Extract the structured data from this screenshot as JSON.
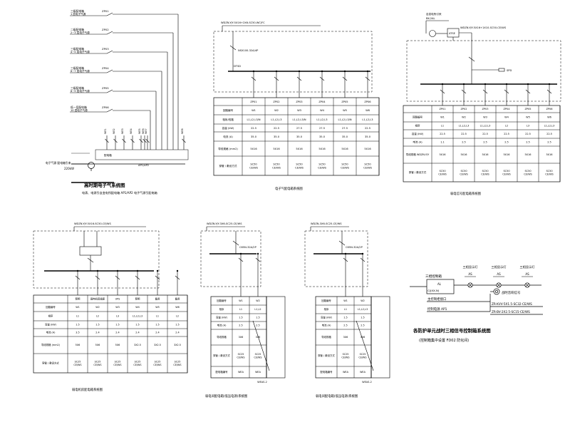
{
  "sheet": {
    "d1": {
      "title": "高时期电子气系统图",
      "subtitle": "电表、电源引自变电所配电箱 AP1/AP2 电子气源引配电箱",
      "feed_left": "电子气源 配电箱引来",
      "feed_power": "220kW",
      "circuit_codes": [
        "ZP01",
        "ZP02",
        "ZP03",
        "ZP04",
        "ZP05",
        "ZP06"
      ],
      "circuit_labels": [
        [
          "三级配电箱",
          "1 层电子气源"
        ],
        [
          "二级配电箱",
          "2~3 层电子气源"
        ],
        [
          "三级配电箱",
          "4~5 层电子气源"
        ],
        [
          "三级配电箱",
          "6~7 层电子气源"
        ],
        [
          "三级配电箱",
          "8~9 层电子气源"
        ],
        [
          "低一层配电箱",
          "10 层电子气源"
        ]
      ],
      "busbar_left": "配电箱",
      "busbar_right": "AP1/AP2",
      "drop_codes": [
        "WE1",
        "WE2",
        "WE3",
        "WE4",
        "WE5",
        "WE6",
        "WE7",
        "WE8"
      ]
    },
    "d2": {
      "title": "电子气配电箱系统图",
      "cable": "WDZN-YJY-5X16+2X6-SC50-WC/FC",
      "breaker": "NSX100-32A/4P",
      "meter": "DTSD",
      "col_headers": [
        "ZP01",
        "ZP02",
        "ZP03",
        "ZP04",
        "ZP05",
        "ZP06"
      ],
      "row_labels": [
        "回路编号",
        "相序/线路",
        "容量 (kW)",
        "电流 (A)",
        "导线规格 (mm2)",
        "穿管 / 敷设方式"
      ],
      "rows": [
        [
          "W1",
          "W2",
          "W3",
          "W4",
          "W5",
          "W6"
        ],
        [
          "L1,L2,L3/N",
          "L1,L2,L3",
          "L1,L2,L3/N",
          "L1,L2,L3",
          "L1,L2,L3/N",
          "L1,L2,L3"
        ],
        [
          "22.5",
          "22.5",
          "27.5",
          "27.5",
          "27.5",
          "22.5"
        ],
        [
          "35.0",
          "35.0",
          "35.0",
          "35.0",
          "35.0",
          "35.0"
        ],
        [
          "5X16",
          "5X16",
          "5X16",
          "5X16",
          "5X16",
          "5X16"
        ],
        [
          "SC50 CE/WS",
          "SC50 CE/WS",
          "SC50 CE/WS",
          "SC50 CE/WS",
          "SC50 CE/WS",
          "SC50 CE/WS"
        ]
      ]
    },
    "d3": {
      "title": "弱电信号配电箱系统图",
      "cable": "WDZN-YJY-5X16+1X10-SC50-CE/WS",
      "source": "自变电所引来",
      "tag": "BK-2AL",
      "box": "ATSE",
      "spd": "SPD",
      "col_headers": [
        "ZP01",
        "ZP02",
        "ZP03",
        "ZP04",
        "ZP05",
        "ZP06"
      ],
      "row_labels": [
        "回路编号",
        "相序",
        "容量 (kW)",
        "电流 (A)",
        "导线规格 WDZN-YJY",
        "穿管 / 敷设方式"
      ],
      "rows": [
        [
          "W1",
          "W2",
          "W3",
          "W4",
          "W5",
          "W6"
        ],
        [
          "L1",
          "L1,L2,L3",
          "L1,L2,L3",
          "L2",
          "L3",
          "L1,L2,L3"
        ],
        [
          "22.5",
          "22.5",
          "22.5",
          "22.5",
          "22.5",
          "22.5"
        ],
        [
          "1.1",
          "2.5",
          "2.5",
          "2.5",
          "2.5",
          "2.5"
        ],
        [
          "5X16",
          "5X16",
          "5X16",
          "5X16",
          "5X16",
          "5X16"
        ],
        [
          "SC50 CE/WS",
          "SC50 CE/WS",
          "SC50 CE/WS",
          "SC50 CE/WS",
          "SC50 CE/WS",
          "SC50 CE/WS"
        ]
      ]
    },
    "d4": {
      "title": "弱电机房配电箱系统图",
      "cable": "WDZN-YJY-5X16-SC50-CE/WS",
      "col_headers": [
        "照明",
        "弱电机房插座",
        "UPS",
        "照明",
        "备用",
        "备用"
      ],
      "row_labels": [
        "回路编号",
        "相序",
        "容量 (kW)",
        "电流 (A)",
        "导线规格 (mm2)",
        "穿管 / 敷设方式"
      ],
      "rows": [
        [
          "W1",
          "W2",
          "W3",
          "W4",
          "W5",
          "W6"
        ],
        [
          "L1",
          "L2",
          "L3",
          "L1,L2,L3",
          "L1",
          "L2"
        ],
        [
          "1.5",
          "1.5",
          "1.5",
          "1.5",
          "1.5",
          "1.5"
        ],
        [
          "3.5",
          "2.4",
          "2.4",
          "2.4",
          "2.4",
          "2.4"
        ],
        [
          "5X6",
          "5X6",
          "5X6",
          "3X2.5",
          "3X2.5",
          "3X2.5"
        ],
        [
          "SC25 CE/WS",
          "SC25 CE/WS",
          "SC25 CE/WS",
          "SC25 CE/WS",
          "SC25 CE/WS",
          "SC25 CE/WS"
        ]
      ]
    },
    "d5": {
      "title": "弱电间配电箱(低压电源)系统图",
      "cable": "WDZN-YJY-3X6-SC25-CE/WS",
      "breaker": "C65N-32A/2P",
      "row_labels": [
        "回路编号",
        "相序",
        "容量 (kW)",
        "电流 (A)",
        "导线规格",
        "穿管 / 敷设方式",
        "配电箱编号"
      ],
      "rows": [
        [
          "W1",
          "W2"
        ],
        [
          "L1",
          "L1,L2"
        ],
        [
          "1.5",
          "1.5"
        ],
        [
          "2.5",
          "2.5"
        ],
        [
          "3X6",
          "3X6"
        ],
        [
          "SC25 CE/WS",
          "SC25 CE/WS"
        ],
        [
          "WEA",
          "WEA"
        ]
      ],
      "footer": "WEAS-2"
    },
    "d6": {
      "title": "弱电间配电箱(低压电源)系统图",
      "cable": "WDZN-3X6-SC25-CE/WS",
      "breaker": "C65N-32A/2P",
      "row_labels": [
        "回路编号",
        "相序",
        "容量 (kW)",
        "电流 (A)",
        "导线规格",
        "穿管 / 敷设方式",
        "配电箱编号"
      ],
      "rows": [
        [
          "W1",
          "W2"
        ],
        [
          "L1",
          "L1,L2,L3"
        ],
        [
          "1.5",
          "1.5"
        ],
        [
          "2.5",
          "2.5"
        ],
        [
          "3X6",
          "3X6"
        ],
        [
          "SC25 CE/WS",
          "SC25 CE/WS"
        ],
        [
          "WEA",
          "WEA"
        ]
      ],
      "footer": "WEAS-2"
    },
    "d7": {
      "title": "各防护单元战时三相信号控制箱系统图",
      "note": "(控制箱集中设置 FD02 防化间)",
      "box_header": "三相控制箱",
      "box_label": "AL",
      "box_sub": "CJ(XX-N)",
      "rows": [
        "主控制柜接口",
        "控制电源 AP1"
      ],
      "cables": [
        "ZR-KVV-5X1.5-SC32-CE/WS",
        "ZR-BV-2X2.5-SC15-CE/WS"
      ],
      "lamp_headers": [
        "三相显示灯",
        "三相显示灯",
        "三相显示灯"
      ],
      "lamp_tag": "AS",
      "bell": "战时音响信号"
    }
  }
}
